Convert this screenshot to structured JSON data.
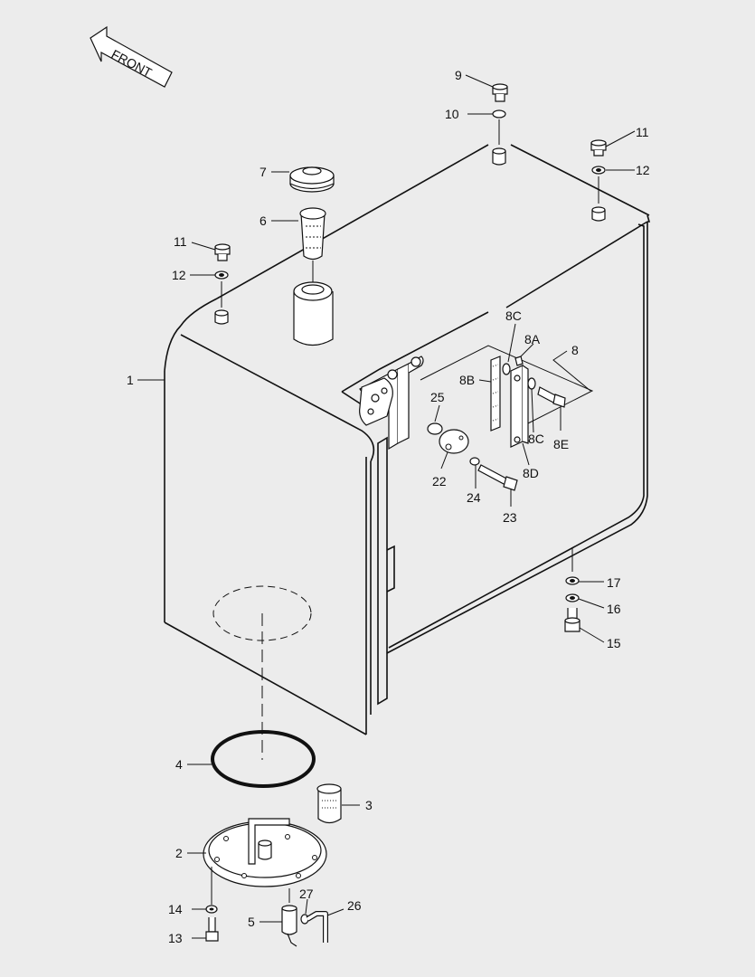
{
  "front_label": "FRONT",
  "callouts": {
    "c1": "1",
    "c2": "2",
    "c3": "3",
    "c4": "4",
    "c5": "5",
    "c6": "6",
    "c7": "7",
    "c8": "8",
    "c8A": "8A",
    "c8B": "8B",
    "c8C_top": "8C",
    "c8C_bot": "8C",
    "c8D": "8D",
    "c8E": "8E",
    "c9": "9",
    "c10": "10",
    "c11_left": "11",
    "c11_right": "11",
    "c12_left": "12",
    "c12_right": "12",
    "c13": "13",
    "c14": "14",
    "c15": "15",
    "c16": "16",
    "c17": "17",
    "c22": "22",
    "c23": "23",
    "c24": "24",
    "c25": "25",
    "c26": "26",
    "c27": "27"
  }
}
